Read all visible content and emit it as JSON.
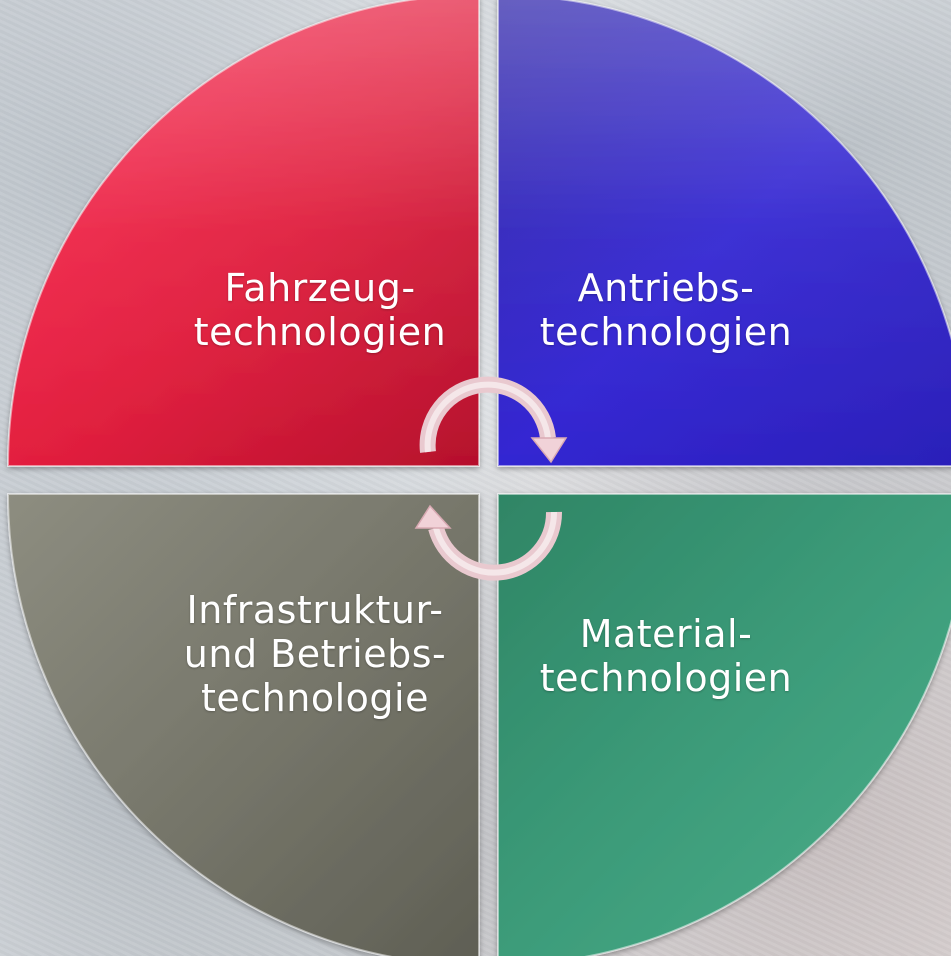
{
  "quadrants": {
    "top_left": {
      "line1": "Fahrzeug-",
      "line2": "technologien",
      "color": "#e01e3d"
    },
    "top_right": {
      "line1": "Antriebs-",
      "line2": "technologien",
      "color": "#2a22c4"
    },
    "bottom_left": {
      "line1": "Infrastruktur-",
      "line2": "und Betriebs-",
      "line3": "technologie",
      "color": "#7b7b6e"
    },
    "bottom_right": {
      "line1": "Material-",
      "line2": "technologien",
      "color": "#3b9a78"
    }
  },
  "cycle_arrows": {
    "color": "#f1d2d8",
    "icon": "circular-arrows-icon"
  }
}
